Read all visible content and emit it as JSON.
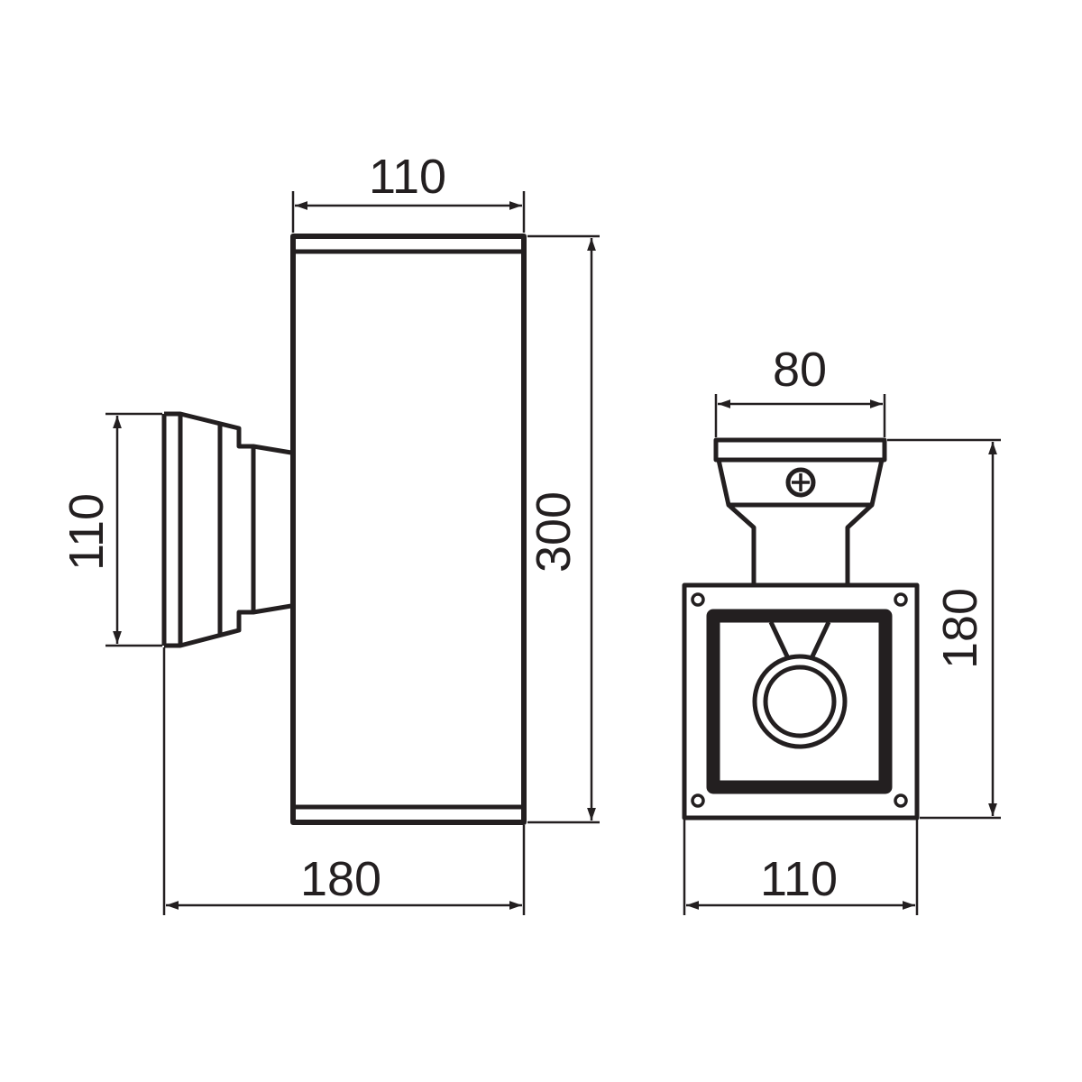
{
  "diagram": {
    "type": "technical-drawing",
    "subject": "wall lamp dimensional drawing",
    "stroke_color": "#231f20",
    "background": "#ffffff",
    "side_view": {
      "dimensions": {
        "top_width": "110",
        "height": "300",
        "mount_height": "110",
        "total_depth": "180"
      }
    },
    "front_view": {
      "dimensions": {
        "cap_width": "80",
        "height": "180",
        "base_width": "110"
      }
    }
  }
}
